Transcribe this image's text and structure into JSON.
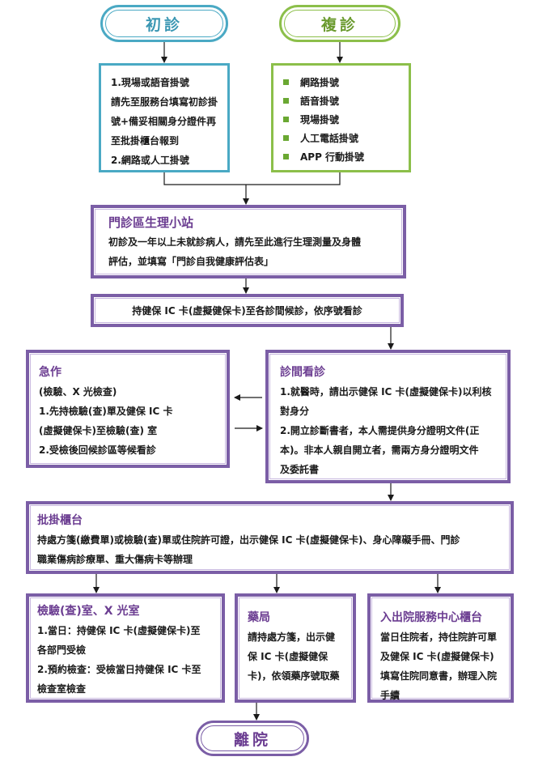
{
  "start": {
    "first_visit": "初診",
    "return_visit": "複診"
  },
  "first_visit_box": {
    "lines": [
      "1.現場或語音掛號",
      "請先至服務台填寫初診掛",
      "號+備妥相關身分證件再",
      "至批掛櫃台報到",
      "2.網路或人工掛號"
    ]
  },
  "return_visit_box": {
    "items": [
      "網路掛號",
      "語音掛號",
      "現場掛號",
      "人工電話掛號",
      "APP 行動掛號"
    ]
  },
  "station": {
    "title": "門診區生理小站",
    "lines": [
      "初診及一年以上未就診病人，請先至此進行生理測量及身體",
      "評估，並填寫「門診自我健康評估表」"
    ]
  },
  "wait_box": {
    "text": "持健保 IC 卡(虛擬健保卡)至各診間候診，依序號看診"
  },
  "emergency": {
    "title": "急作",
    "lines": [
      "(檢驗、X 光檢查)",
      "1.先持檢驗(查)單及健保 IC 卡",
      "(虛擬健保卡)至檢驗(查) 室",
      "2.受檢後回候診區等候看診"
    ]
  },
  "consult": {
    "title": "診間看診",
    "lines": [
      "1.就醫時，請出示健保 IC 卡(虛擬健保卡)以利核",
      "對身分",
      "2.開立診斷書者，本人需提供身分證明文件(正",
      "本)。非本人親自開立者，需兩方身分證明文件",
      "及委託書"
    ]
  },
  "counter": {
    "title": "批掛櫃台",
    "lines": [
      "持處方箋(繳費單)或檢驗(查)單或住院許可證，出示健保 IC 卡(虛擬健保卡)、身心障礙手冊、門診",
      "職業傷病診療單、重大傷病卡等辦理"
    ]
  },
  "lab": {
    "title": "檢驗(查)室、X 光室",
    "lines": [
      "1.當日：持健保 IC 卡(虛擬健保卡)至",
      "各部門受檢",
      "2.預約檢查：受檢當日持健保 IC 卡至",
      "檢查室檢查"
    ]
  },
  "pharmacy": {
    "title": "藥局",
    "lines": [
      "請持處方箋，出示健",
      "保 IC 卡(虛擬健保",
      "卡)，依領藥序號取藥"
    ]
  },
  "admission": {
    "title": "入出院服務中心櫃台",
    "lines": [
      "當日住院者，持住院許可單",
      "及健保 IC 卡(虛擬健保卡)",
      "填寫住院同意書，辦理入院",
      "手續"
    ]
  },
  "end": {
    "label": "離院"
  },
  "colors": {
    "purple": "#7b5ea6",
    "title_purple": "#6b3d91",
    "teal": "#4aa9c4",
    "green": "#8cbf4a",
    "bullet_green": "#6aa832"
  }
}
